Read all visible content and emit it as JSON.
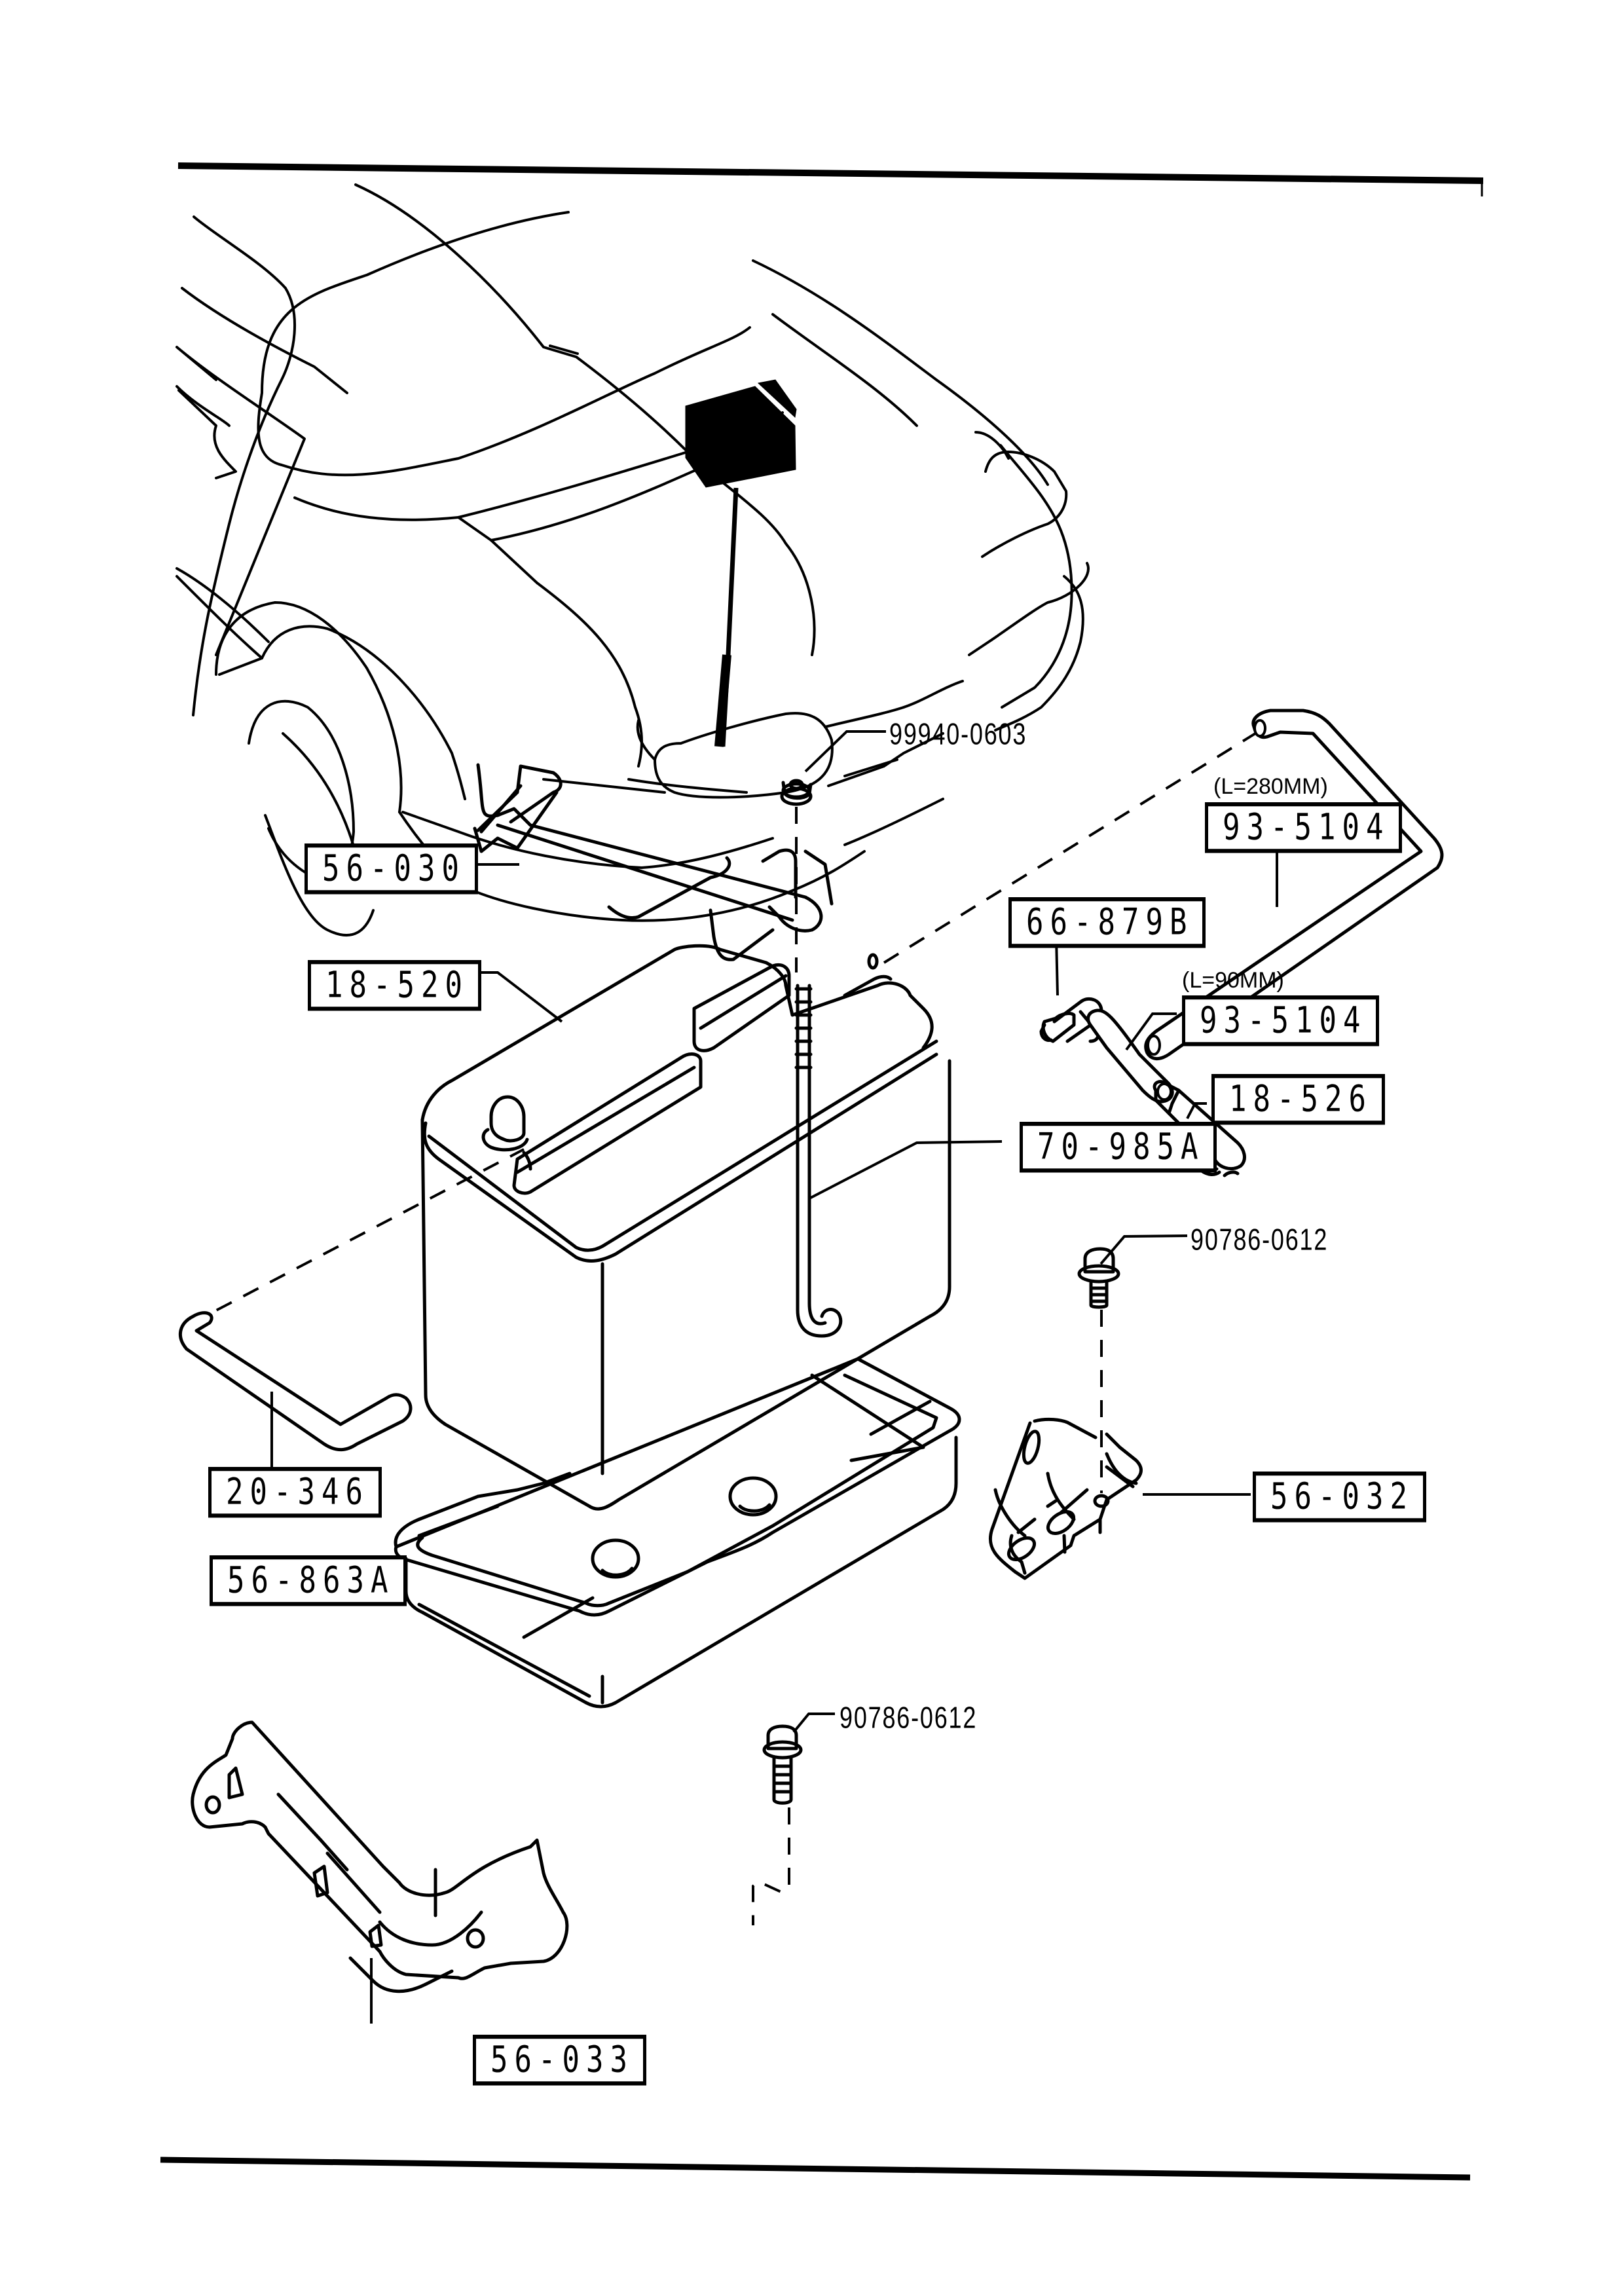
{
  "diagram": {
    "title": "Battery and battery mounting parts diagram",
    "callouts_boxed": {
      "tray_clamp": "56-030",
      "battery": "18-520",
      "vent_tee": "66-879B",
      "vent_hose_long": "93-5104",
      "vent_hose_short": "93-5104",
      "vent_elbow": "18-526",
      "hold_down_rod": "70-985A",
      "drain_tube": "20-346",
      "battery_tray": "56-863A",
      "tray_bracket": "56-032",
      "support_bracket": "56-033"
    },
    "callouts_plain": {
      "nut": "99940-0603",
      "bolt_upper": "90786-0612",
      "bolt_lower": "90786-0612"
    },
    "notes": {
      "vent_hose_long_length": "(L=280MM)",
      "vent_hose_short_length": "(L=90MM)"
    }
  }
}
